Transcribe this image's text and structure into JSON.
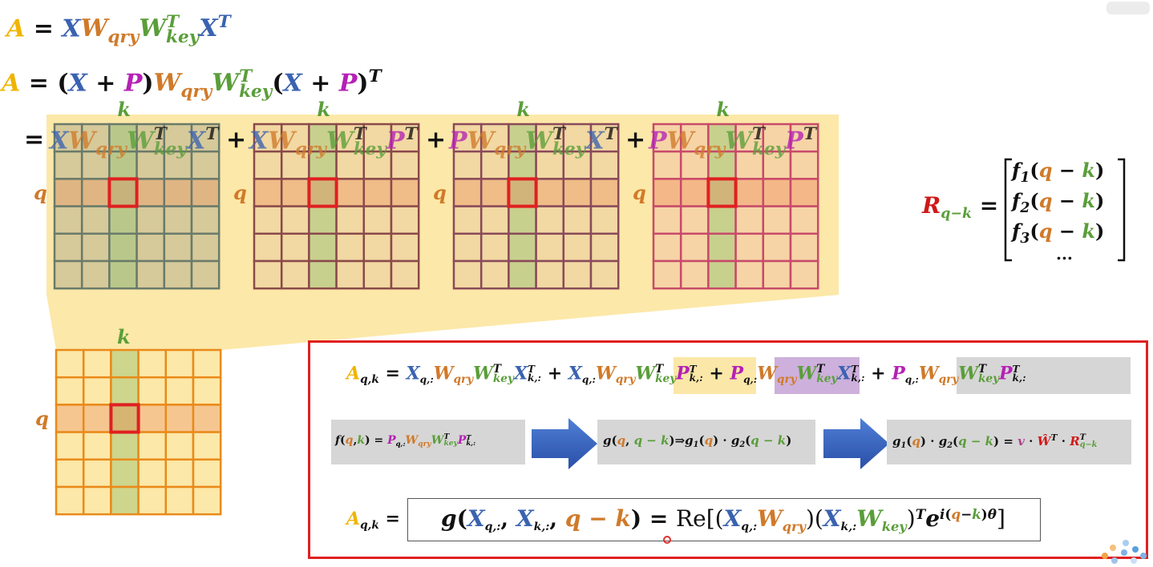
{
  "colors": {
    "A": "#f0b400",
    "X": "#3a62b0",
    "W_qry": "#d07a2a",
    "W_key": "#5a9e3a",
    "P": "#b520b5",
    "R": "#d01818",
    "highlight_frame": "#e02020"
  },
  "labels": {
    "k": "k",
    "q": "q",
    "plus": "+",
    "equals": "="
  },
  "equations": {
    "eq1": {
      "lhs": "A",
      "eq": "=",
      "X1": "X",
      "W1": "W",
      "W1sub": "qry",
      "W2": "W",
      "W2sup": "T",
      "W2sub": "key",
      "X2": "X",
      "X2sup": "T"
    },
    "eq2": {
      "lhs": "A",
      "eq": "=",
      "open": "(",
      "X": "X",
      "plus": "+",
      "P": "P",
      "close": ")",
      "W1": "W",
      "W1sub": "qry",
      "W2": "W",
      "W2sup": "T",
      "W2sub": "key",
      "open2": "(",
      "X2": "X",
      "plus2": "+",
      "P2": "P",
      "close2": ")",
      "sup": "T"
    },
    "eq3_prefix": "="
  },
  "matrix_terms": [
    {
      "left": "X",
      "right": "X",
      "right_sup": "T"
    },
    {
      "left": "X",
      "right": "P",
      "right_sup": "T"
    },
    {
      "left": "P",
      "right": "X",
      "right_sup": "T"
    },
    {
      "left": "P",
      "right": "P",
      "right_sup": "T"
    }
  ],
  "term_common": {
    "W1": "W",
    "W1sub": "qry",
    "W2": "W",
    "W2sup": "T",
    "W2sub": "key"
  },
  "R_vector": {
    "lhs": "R",
    "lhs_sub": "q−k",
    "eq": "=",
    "rows": [
      {
        "f": "f",
        "sub": "1",
        "arg_q": "q",
        "minus": "−",
        "arg_k": "k"
      },
      {
        "f": "f",
        "sub": "2",
        "arg_q": "q",
        "minus": "−",
        "arg_k": "k"
      },
      {
        "f": "f",
        "sub": "3",
        "arg_q": "q",
        "minus": "−",
        "arg_k": "k"
      }
    ],
    "ellipsis": "..."
  },
  "box_eq1": {
    "A": "A",
    "A_sub": "q,k",
    "eq": "=",
    "t1": {
      "X": "X",
      "Xsub": "q,:",
      "W": "W",
      "Wsub": "qry",
      "W2": "W",
      "W2sup": "T",
      "W2sub": "key",
      "X2": "X",
      "X2sup": "T",
      "X2sub": "k,:"
    },
    "t2": {
      "X": "X",
      "Xsub": "q,:",
      "W": "W",
      "Wsub": "qry",
      "W2": "W",
      "W2sup": "T",
      "W2sub": "key",
      "P": "P",
      "Psup": "T",
      "Psub": "k,:"
    },
    "t3": {
      "P": "P",
      "Psub": "q,:",
      "W": "W",
      "Wsub": "qry",
      "W2": "W",
      "W2sup": "T",
      "W2sub": "key",
      "X": "X",
      "Xsup": "T",
      "Xsub": "k,:"
    },
    "t4": {
      "P": "P",
      "Psub": "q,:",
      "W": "W",
      "Wsub": "qry",
      "W2": "W",
      "W2sup": "T",
      "W2sub": "key",
      "P2": "P",
      "P2sup": "T",
      "P2sub": "k,:"
    },
    "plus": "+"
  },
  "box_row2": {
    "f_box": {
      "f": "f",
      "q": "q",
      "k": "k",
      "eq": "=",
      "P": "P",
      "Psub": "q,:",
      "W": "W",
      "Wsub": "qry",
      "W2": "W",
      "W2sup": "T",
      "W2sub": "key",
      "P2": "P",
      "P2sup": "T",
      "P2sub": "k,:"
    },
    "g_box": {
      "g": "g",
      "q": "q",
      "qk": "q − k",
      "arrow": "⇒",
      "g1": "g",
      "g1sub": "1",
      "g1arg": "q",
      "dot": "·",
      "g2": "g",
      "g2sub": "2",
      "g2arg": "q − k"
    },
    "h_box": {
      "g1": "g",
      "g1sub": "1",
      "g1arg": "q",
      "dot": "·",
      "g2": "g",
      "g2sub": "2",
      "g2arg": "q − k",
      "eq": "=",
      "v": "v",
      "W": "Ŵ",
      "Wsup": "T",
      "R": "R",
      "Rsup": "T",
      "Rsub": "q−k"
    }
  },
  "box_eq3": {
    "A": "A",
    "A_sub": "q,k",
    "eq": "=",
    "g": "g",
    "X1": "X",
    "X1sub": "q,:",
    "X2": "X",
    "X2sub": "k,:",
    "qk": "q − k",
    "eq2": "=",
    "Re": "Re",
    "X3": "X",
    "X3sub": "q,:",
    "W3": "W",
    "W3sub": "qry",
    "X4": "X",
    "X4sub": "k,:",
    "W4": "W",
    "W4sub": "key",
    "sup": "T",
    "e": "e",
    "i": "i",
    "exp_q": "q",
    "exp_minus": "−",
    "exp_k": "k",
    "theta": "θ"
  }
}
